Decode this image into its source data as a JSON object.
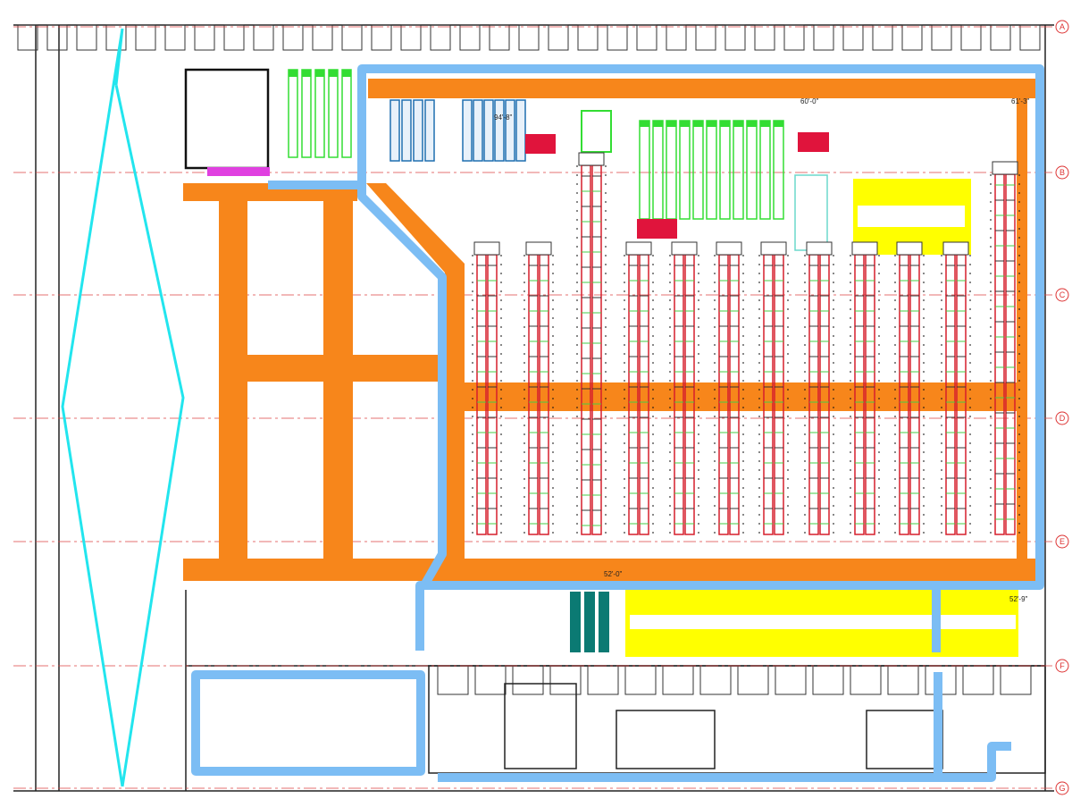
{
  "plan": {
    "grid_lines": [
      "A",
      "B",
      "C",
      "D",
      "E",
      "F",
      "G"
    ],
    "dimensions": {
      "top_center": "60'-0\"",
      "top_right": "61'-3\"",
      "upper_left_racks": "94'-8\"",
      "bottom_center": "52'-0\"",
      "bottom_right": "52'-9\""
    },
    "rack_rows": 12,
    "colors": {
      "walkway": "#7cbdf4",
      "aisle": "#f7861b",
      "staging": "#ffff00",
      "rack": "#d61f2c",
      "flow_rack": "#33dd33",
      "pallet_rack": "#1f6fb0",
      "boundary": "#22e5ee",
      "teal_rack": "#0b7a73"
    }
  }
}
